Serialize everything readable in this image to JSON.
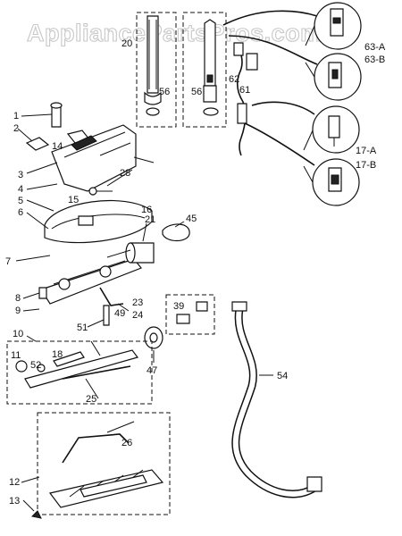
{
  "watermark": "AppliancePartsPros.com",
  "callouts": {
    "c1": "1",
    "c2": "2",
    "c3": "3",
    "c4": "4",
    "c5": "5",
    "c6": "6",
    "c7": "7",
    "c8": "8",
    "c9": "9",
    "c10": "10",
    "c11": "11",
    "c12": "12",
    "c13": "13",
    "c14": "14",
    "c15": "15",
    "c16": "16",
    "c17a": "17-A",
    "c17b": "17-B",
    "c18": "18",
    "c20": "20",
    "c21": "21",
    "c23": "23",
    "c24": "24",
    "c25": "25",
    "c26": "26",
    "c28": "28",
    "c39": "39",
    "c45": "45",
    "c47": "47",
    "c49": "49",
    "c51": "51",
    "c52": "52",
    "c54": "54",
    "c56a": "56",
    "c56b": "56",
    "c61": "61",
    "c62": "62",
    "c63a": "63-A",
    "c63b": "63-B"
  }
}
